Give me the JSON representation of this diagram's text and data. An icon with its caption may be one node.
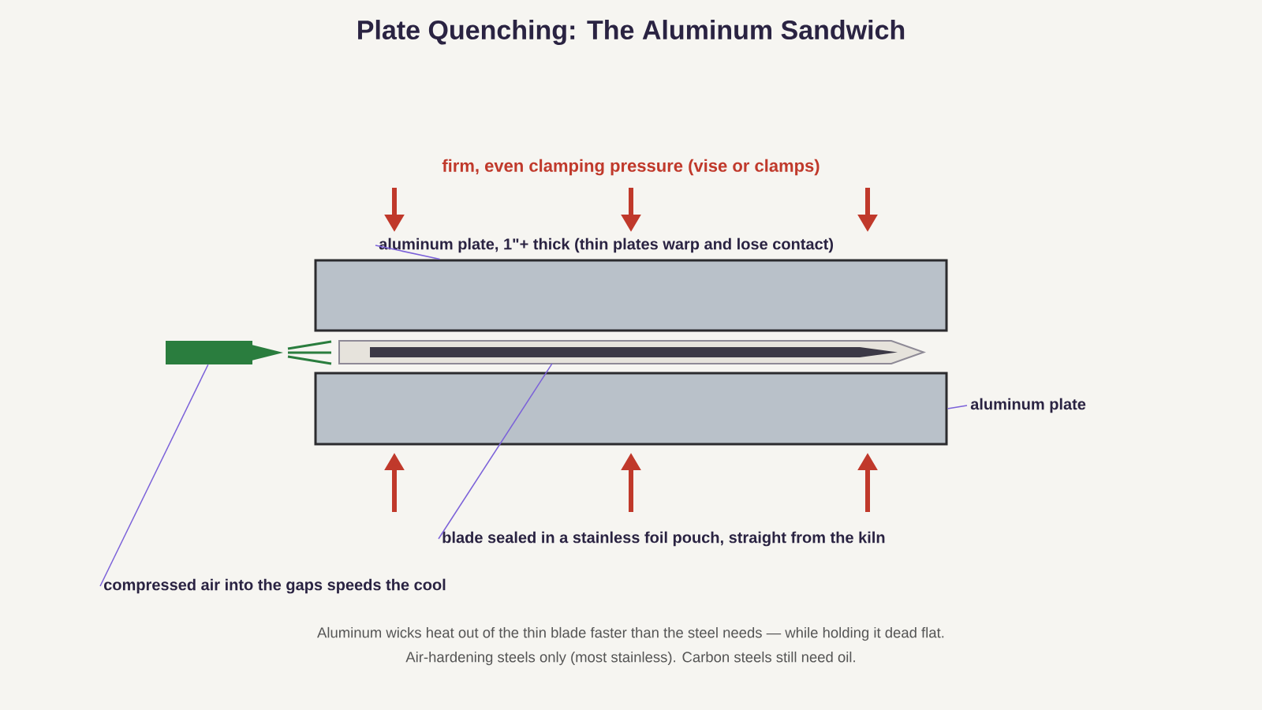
{
  "diagram": {
    "title": "Plate Quenching: The Aluminum Sandwich",
    "caption": "Aluminum wicks heat out of the thin blade faster than the steel needs — while holding it dead flat. Air-hardening steels only (most stainless). Carbon steels still need oil.",
    "nodes": [
      {
        "text": [],
        "shape": "box"
      },
      {
        "text": [],
        "shape": "picture"
      },
      {
        "text": [],
        "shape": "box"
      },
      {
        "text": [],
        "shape": "box"
      },
      {
        "text": [
          "aluminum plate, 1\"+ thick (thin plates warp and lose contact)"
        ]
      },
      {
        "text": [
          "aluminum plate"
        ]
      },
      {
        "text": [
          "blade sealed in a stainless foil pouch, straight from the kiln"
        ]
      },
      {
        "text": [
          "compressed air into the gaps speeds the cool"
        ]
      }
    ],
    "edges": [
      {
        "from": 4,
        "to": 0,
        "arrow": "none"
      },
      {
        "from": 5,
        "to": 2,
        "arrow": "none"
      },
      {
        "from": 6,
        "to": 1,
        "arrow": "none"
      },
      {
        "from": 7,
        "to": 3,
        "arrow": "none"
      }
    ],
    "labels": [
      "firm, even clamping pressure (vise or clamps)"
    ]
  }
}
